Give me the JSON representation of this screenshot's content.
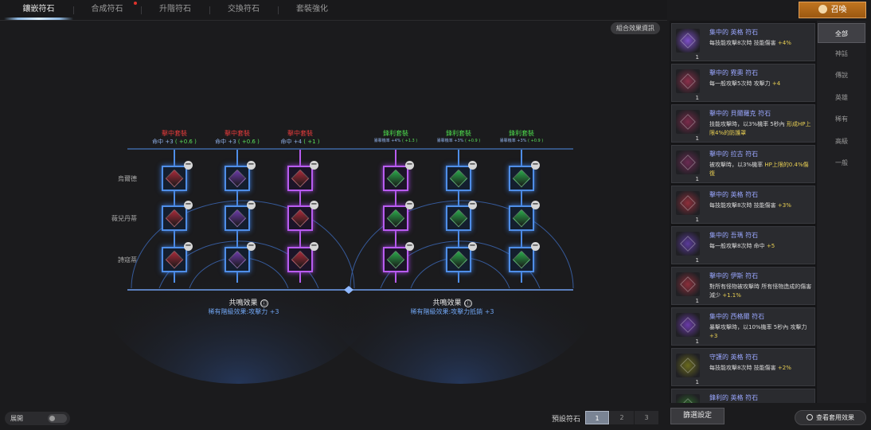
{
  "tabs": [
    "鑲嵌符石",
    "合成符石",
    "升階符石",
    "交換符石",
    "套裝強化"
  ],
  "combo_info_button": "組合效果資訊",
  "summon_button": "召喚",
  "row_labels": [
    "烏爾德",
    "薇兒丹蒂",
    "詩寇蒂"
  ],
  "left_group": {
    "columns": [
      {
        "title": "擊中套裝",
        "stat": "命中 +3",
        "bonus": "( +0.6 )"
      },
      {
        "title": "擊中套裝",
        "stat": "命中 +3",
        "bonus": "( +0.6 )"
      },
      {
        "title": "擊中套裝",
        "stat": "命中 +4",
        "bonus": "( +1 )"
      }
    ],
    "effect_title": "共鳴效果",
    "effect_desc": "稀有階級效果:攻擊力 +3"
  },
  "right_group": {
    "columns": [
      {
        "title": "鋒利套裝",
        "stat": "暴擊機率 +4%",
        "bonus": "( +1.3 )"
      },
      {
        "title": "鋒利套裝",
        "stat": "暴擊機率 +3%",
        "bonus": "( +0.9 )"
      },
      {
        "title": "鋒利套裝",
        "stat": "暴擊機率 +3%",
        "bonus": "( +0.9 )"
      }
    ],
    "effect_title": "共鳴效果",
    "effect_desc": "稀有階級效果:攻擊力抵銷 +3"
  },
  "info_icon": "ⓘ",
  "minus_icon": "−",
  "expand_label": "展開",
  "preset_label": "預設符石",
  "presets": [
    "1",
    "2",
    "3"
  ],
  "filter_settings_button": "篩選設定",
  "view_applied_button": "查看套用效果",
  "filters": [
    "全部",
    "神話",
    "傳說",
    "英雄",
    "稀有",
    "高級",
    "一般"
  ],
  "rune_list": [
    {
      "title": "集中的 英格 符石",
      "desc": "每技能攻擊8次時 技能傷害",
      "hl": " +4%",
      "qty": "1",
      "color": "#7d4fc9"
    },
    {
      "title": "擊中的 霓奧 符石",
      "desc": "每一般攻擊5次時 攻擊力",
      "hl": " +4",
      "qty": "1",
      "color": "#8a2f4a"
    },
    {
      "title": "擊中的 貝爾羅克 符石",
      "desc": "技能攻擊時，以3%機率 5秒內 ",
      "hl": "形成HP上限4%的防護罩",
      "qty": "1",
      "color": "#7a2a4a"
    },
    {
      "title": "擊中的 拉古 符石",
      "desc": "被攻擊時，以3%機率 ",
      "hl": "HP上限的0.4%傷復",
      "qty": "1",
      "color": "#6a2a52"
    },
    {
      "title": "擊中的 英格 符石",
      "desc": "每技能攻擊8次時 技能傷害",
      "hl": " +3%",
      "qty": "1",
      "color": "#8e2e3a"
    },
    {
      "title": "集中的 吾瑪 符石",
      "desc": "每一般攻擊8次時 命中",
      "hl": " +5",
      "qty": "1",
      "color": "#5a3a9a"
    },
    {
      "title": "擊中的 伊斯 符石",
      "desc": "對所有怪物被攻擊時 所有怪物造成的傷害減少",
      "hl": " +1.1%",
      "qty": "1",
      "color": "#8a2e3a"
    },
    {
      "title": "集中的 西格爾 符石",
      "desc": "暴擊攻擊時，以10%機率 5秒內 攻擊力",
      "hl": " +3",
      "qty": "1",
      "color": "#6a3aa8"
    },
    {
      "title": "守護的 英格 符石",
      "desc": "每技能攻擊8次時 技能傷害",
      "hl": " +2%",
      "qty": "1",
      "color": "#6a6a1e"
    },
    {
      "title": "鋒利的 英格 符石",
      "desc": "",
      "hl": "",
      "qty": "",
      "color": "#2e6a2a"
    }
  ],
  "colors": {
    "left_title": "#e23b3b",
    "right_title": "#4cd84c",
    "blue_line": "#4f8ee8",
    "purple_line": "#b95cf0"
  }
}
